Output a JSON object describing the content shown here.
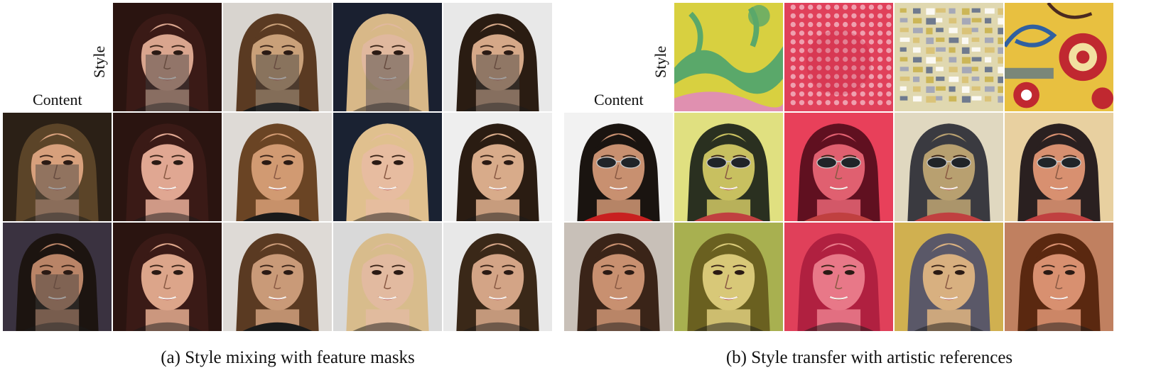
{
  "panel_a": {
    "style_label": "Style",
    "content_label": "Content",
    "caption": "(a) Style mixing with feature masks",
    "style_images": [
      {
        "name": "style-woman-dark-hair",
        "skin": "#d9a58e",
        "hair": "#3a1a16",
        "bg": "#2a1410"
      },
      {
        "name": "style-man-suit",
        "skin": "#c9a079",
        "hair": "#5a3a22",
        "bg": "#d8d4cf"
      },
      {
        "name": "style-woman-blonde",
        "skin": "#e0b89e",
        "hair": "#d8b888",
        "bg": "#1a2030"
      },
      {
        "name": "style-young-man",
        "skin": "#d5a888",
        "hair": "#2a1c12",
        "bg": "#e8e8e8"
      }
    ],
    "content_images": [
      {
        "name": "content-woman-smiling",
        "skin": "#d7a07c",
        "hair": "#5b4428",
        "bg": "#2b2016"
      },
      {
        "name": "content-man-beard",
        "skin": "#b98467",
        "hair": "#1c1410",
        "bg": "#3a3240"
      }
    ],
    "results": [
      [
        {
          "skin": "#e0a792",
          "hair": "#3a1a16",
          "bg": "#2a1410"
        },
        {
          "skin": "#d19a72",
          "hair": "#6a4424",
          "bg": "#dedad6"
        },
        {
          "skin": "#e7bca0",
          "hair": "#e0c08e",
          "bg": "#1a2232"
        },
        {
          "skin": "#d8ab8a",
          "hair": "#2a1c12",
          "bg": "#eeeeee"
        }
      ],
      [
        {
          "skin": "#dca58a",
          "hair": "#3a1a16",
          "bg": "#2a1410"
        },
        {
          "skin": "#c99a78",
          "hair": "#5a3a22",
          "bg": "#dedad6"
        },
        {
          "skin": "#e2baa0",
          "hair": "#d8bc8c",
          "bg": "#d9d9d9"
        },
        {
          "skin": "#d3a486",
          "hair": "#3a2818",
          "bg": "#e8e8e8"
        }
      ]
    ]
  },
  "panel_b": {
    "style_label": "Style",
    "content_label": "Content",
    "caption": "(b) Style transfer with artistic references",
    "style_images": [
      {
        "name": "art-yellow-green-landscape",
        "c1": "#d8d040",
        "c2": "#5aa86a",
        "c3": "#e090b0"
      },
      {
        "name": "art-red-dots",
        "c1": "#e0405a",
        "c2": "#f2b8c4",
        "c3": "#c02040"
      },
      {
        "name": "art-mondrian-composition",
        "c1": "#e0d8b0",
        "c2": "#c8b048",
        "c3": "#5a6a88"
      },
      {
        "name": "art-colorful-circles",
        "c1": "#e8c040",
        "c2": "#c02830",
        "c3": "#3060a0"
      }
    ],
    "content_images": [
      {
        "name": "content-man-sunglasses",
        "skin": "#c89070",
        "hair": "#1a1410",
        "bg": "#f2f2f2"
      },
      {
        "name": "content-woman-curly-hair",
        "skin": "#c89070",
        "hair": "#3a2418",
        "bg": "#c8c0b8"
      }
    ],
    "results": [
      [
        {
          "skin": "#c8c060",
          "hair": "#2a3020",
          "bg": "#e0e080"
        },
        {
          "skin": "#e06070",
          "hair": "#601020",
          "bg": "#e8405a"
        },
        {
          "skin": "#b8a070",
          "hair": "#3a3a40",
          "bg": "#e0d8c0"
        },
        {
          "skin": "#d89070",
          "hair": "#2a2020",
          "bg": "#e8d0a0"
        }
      ],
      [
        {
          "skin": "#d8c878",
          "hair": "#6a6020",
          "bg": "#a8b050"
        },
        {
          "skin": "#e87888",
          "hair": "#b02040",
          "bg": "#e0405a"
        },
        {
          "skin": "#d8b080",
          "hair": "#5a5868",
          "bg": "#d0b050"
        },
        {
          "skin": "#d89070",
          "hair": "#5a2810",
          "bg": "#c08060"
        }
      ]
    ]
  }
}
